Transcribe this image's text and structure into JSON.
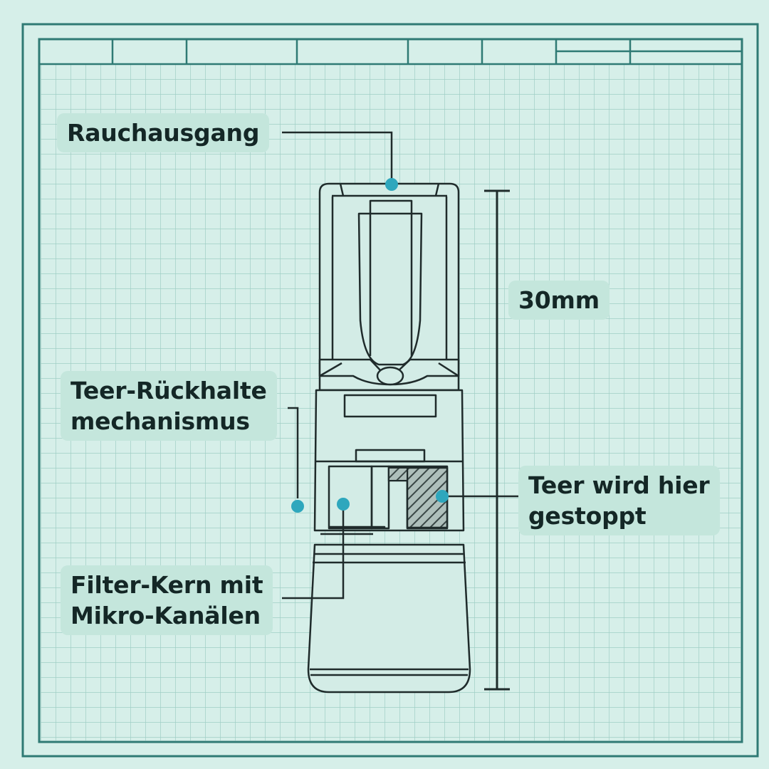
{
  "labels": {
    "smoke_exit": "Rauchausgang",
    "dimension": "30mm",
    "tar_retention": [
      "Teer-Rückhalte",
      "mechanismus"
    ],
    "tar_stopped": [
      "Teer wird hier",
      "gestoppt"
    ],
    "filter_core": [
      "Filter-Kern mit",
      "Mikro-Kanälen"
    ]
  },
  "colors": {
    "background": "#d6efe9",
    "grid_line": "#9fcfc6",
    "frame": "#2f7a74",
    "outline": "#1f2b2b",
    "label_bg": "#c4e6dc",
    "marker": "#2ea7bd"
  }
}
